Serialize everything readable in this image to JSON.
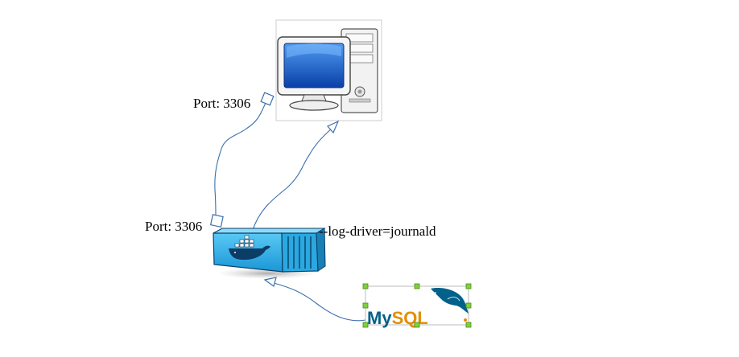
{
  "diagram": {
    "nodes": {
      "computer": {
        "icon": "desktop-computer-icon"
      },
      "container": {
        "icon": "docker-container-icon"
      },
      "database": {
        "icon": "mysql-logo",
        "logo_text": "MySQL"
      }
    },
    "labels": {
      "port_top": "Port: 3306",
      "port_bottom": "Port: 3306",
      "log_driver": "--log-driver=journald"
    },
    "colors": {
      "edge": "#3a6fae",
      "container_blue": "#33b5ea",
      "monitor_blue": "#1a63c8",
      "mysql_blue": "#00618a",
      "mysql_orange": "#e48e00",
      "handle_green": "#7fd13b"
    }
  }
}
